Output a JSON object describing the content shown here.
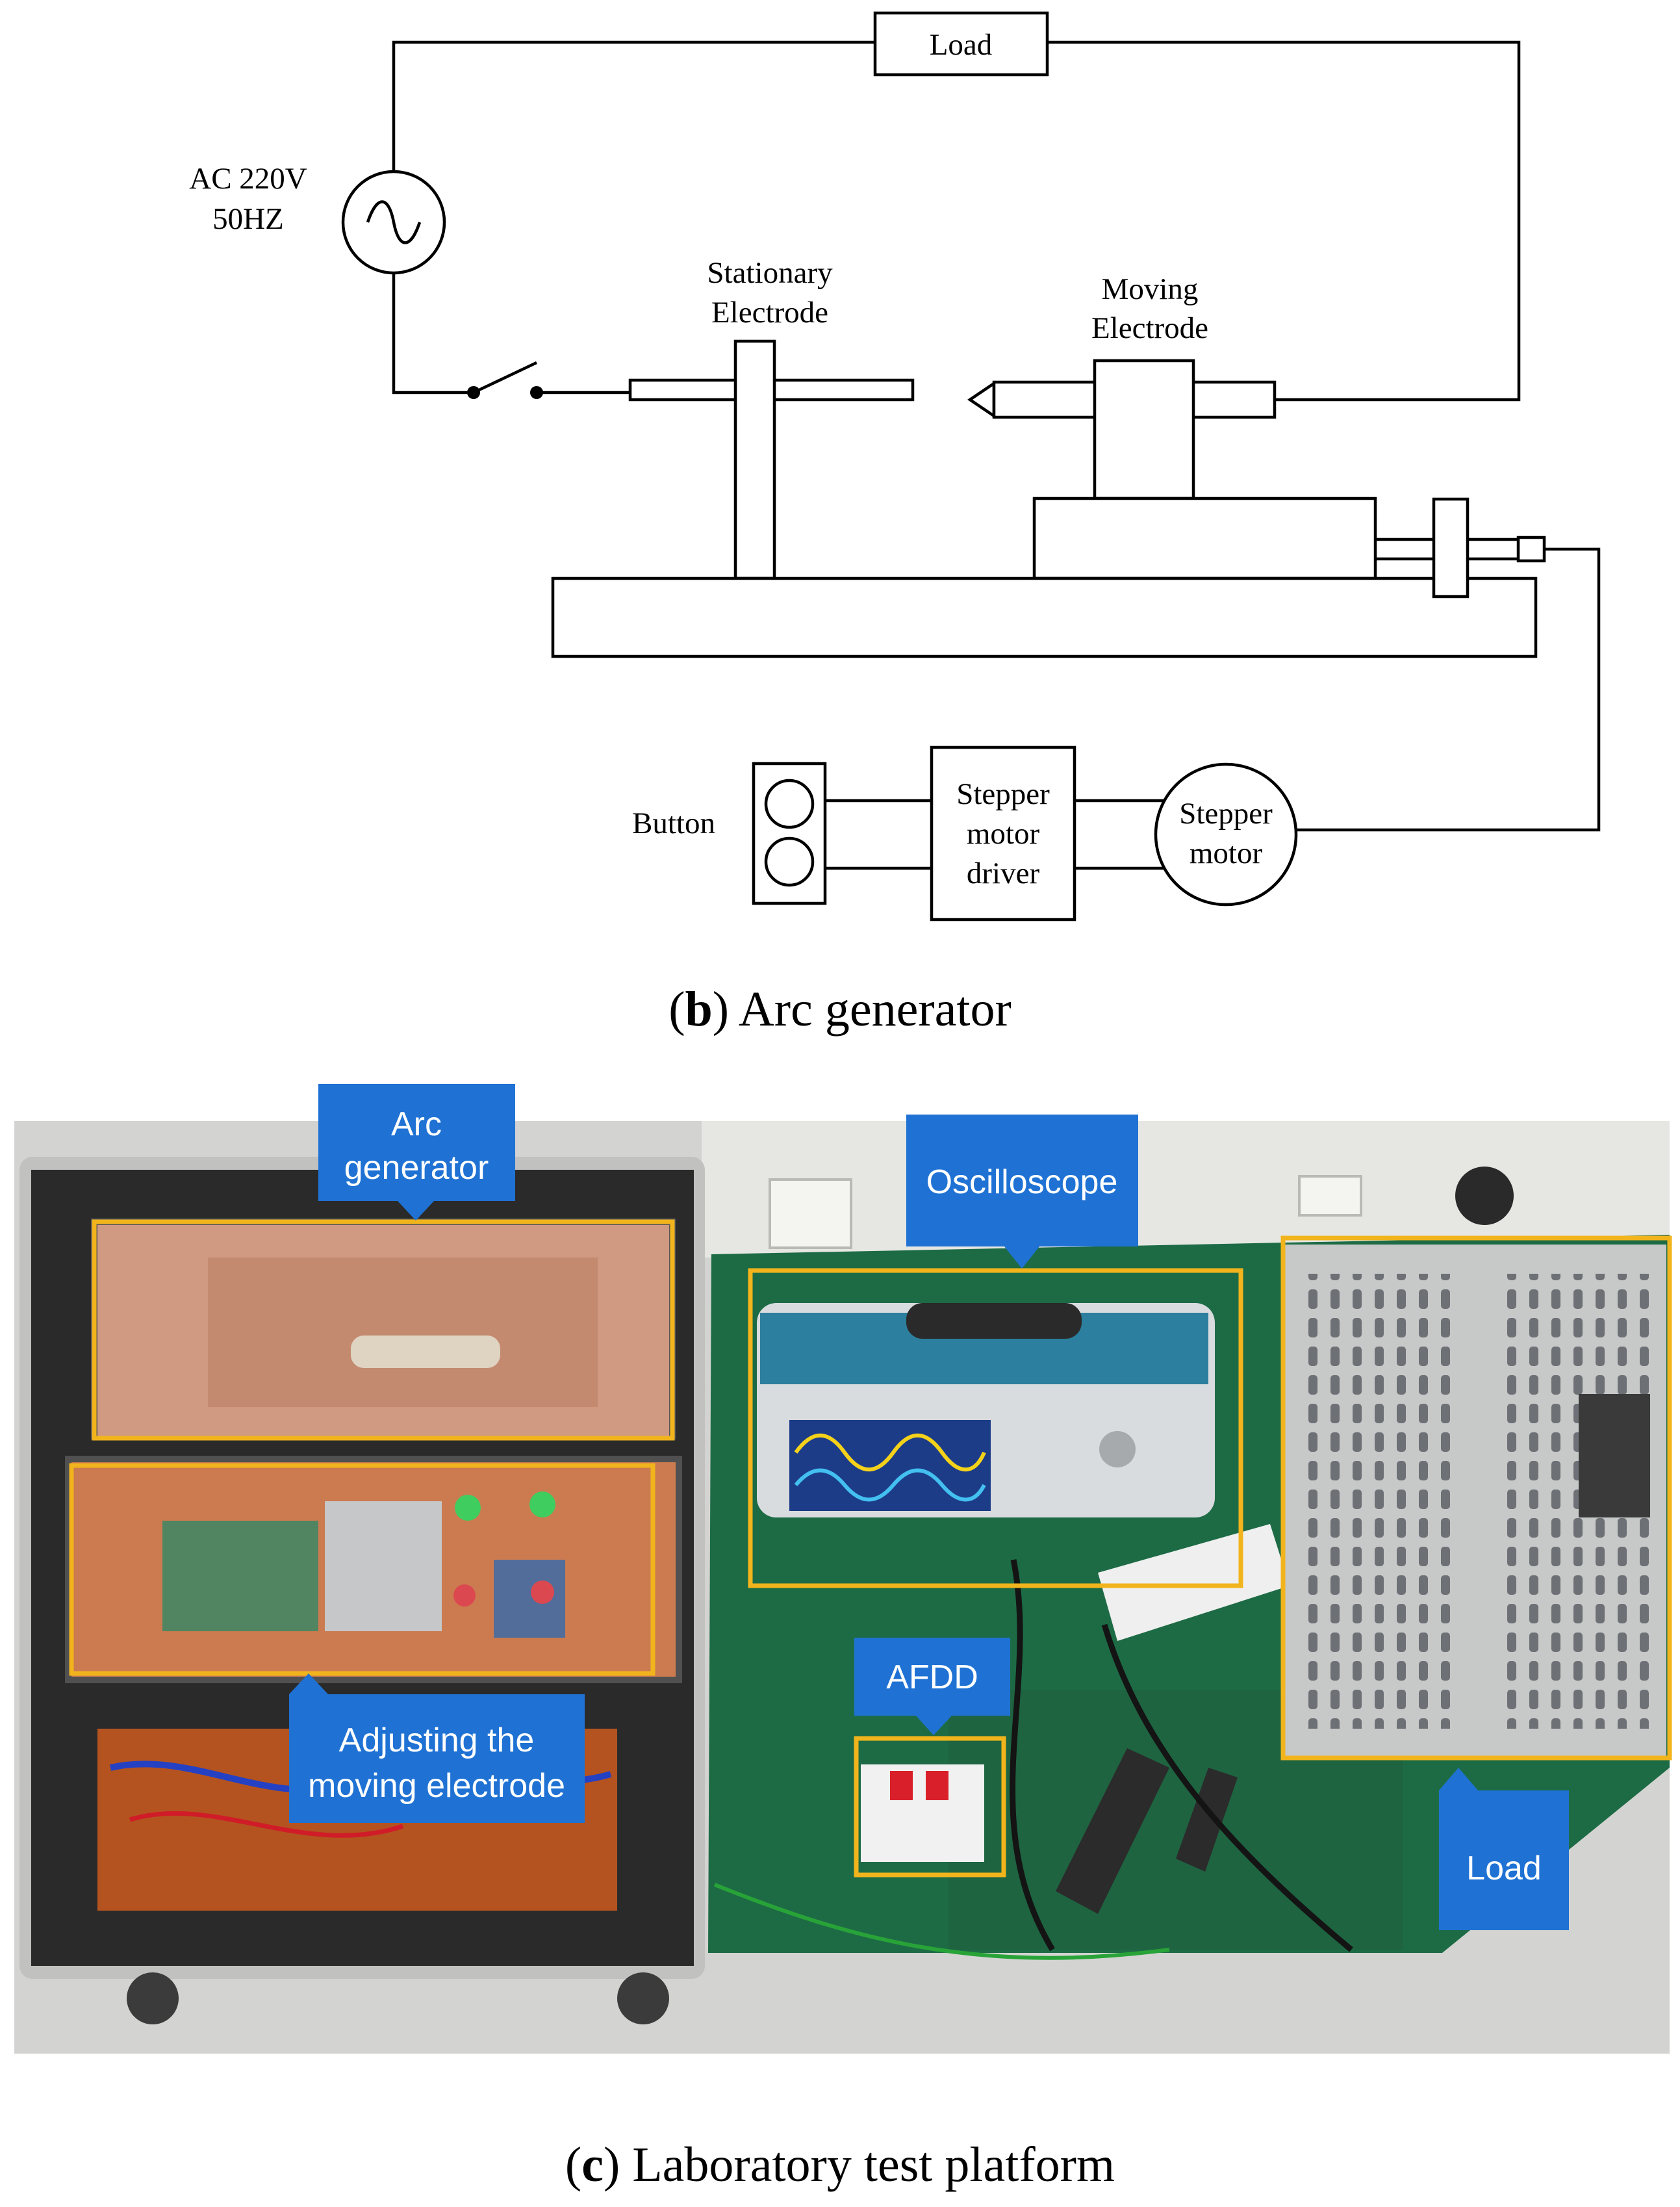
{
  "schematic": {
    "load_label": "Load",
    "source_label_line1": "AC 220V",
    "source_label_line2": "50HZ",
    "stationary_label_line1": "Stationary",
    "stationary_label_line2": "Electrode",
    "moving_label_line1": "Moving",
    "moving_label_line2": "Electrode",
    "button_label": "Button",
    "driver_label_line1": "Stepper",
    "driver_label_line2": "motor",
    "driver_label_line3": "driver",
    "motor_label_line1": "Stepper",
    "motor_label_line2": "motor",
    "caption_letter": "b",
    "caption_text": ") Arc generator",
    "caption_open": "("
  },
  "photo": {
    "callouts": {
      "arc_line1": "Arc",
      "arc_line2": "generator",
      "oscilloscope": "Oscilloscope",
      "adjusting_line1": "Adjusting the",
      "adjusting_line2": "moving electrode",
      "afdd": "AFDD",
      "load": "Load"
    },
    "caption_open": "(",
    "caption_letter": "c",
    "caption_text": ") Laboratory test platform"
  },
  "colors": {
    "callout_blue": "#1f72d4",
    "highlight_yellow": "#f2b41c",
    "bench_green": "#1d6b45",
    "case_orange": "#c8622a"
  }
}
